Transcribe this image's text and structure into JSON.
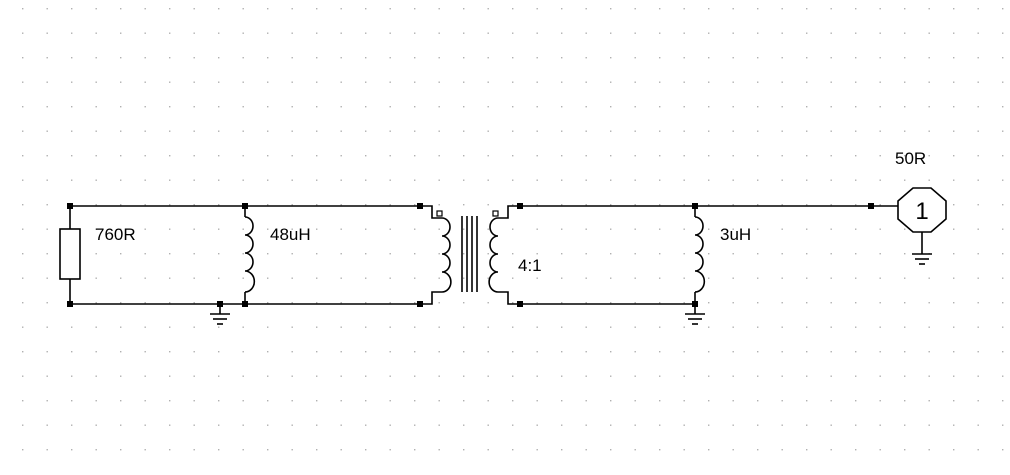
{
  "schematic": {
    "colors": {
      "background": "#ffffff",
      "grid_dot": "#b0b0b0",
      "wire": "#000000"
    },
    "components": {
      "resistor": {
        "label": "760R"
      },
      "inductor_shunt_left": {
        "label": "48uH"
      },
      "transformer": {
        "label": "4:1"
      },
      "inductor_shunt_right": {
        "label": "3uH"
      },
      "port": {
        "label": "50R",
        "number": "1"
      }
    }
  }
}
